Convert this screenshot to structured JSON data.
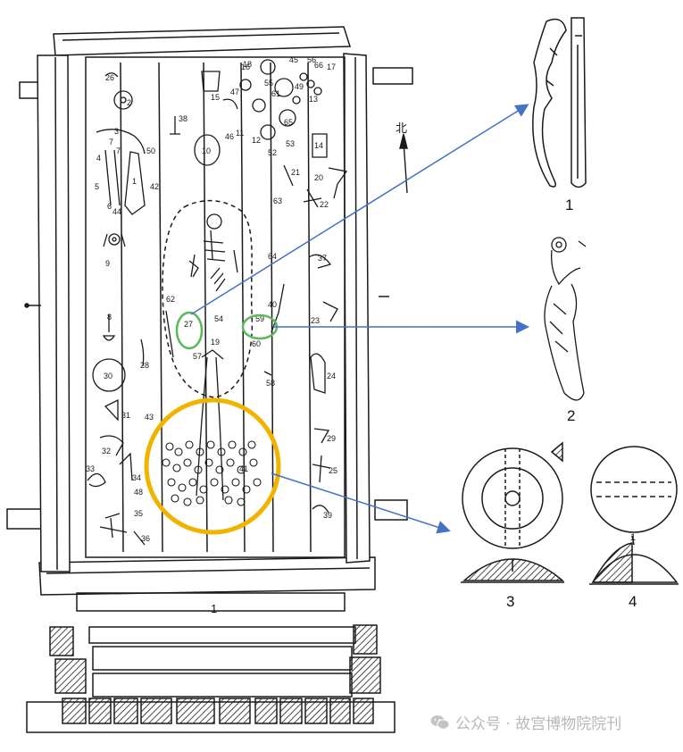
{
  "figure": {
    "numbers": [
      "1",
      "2",
      "3",
      "4"
    ],
    "north_mark": "北",
    "plan_mark": "1",
    "section_mark": "1",
    "grave_numbers": [
      "26",
      "2",
      "3",
      "7",
      "1",
      "50",
      "42",
      "4",
      "7",
      "5",
      "6",
      "44",
      "9",
      "8",
      "30",
      "28",
      "31",
      "43",
      "32",
      "33",
      "34",
      "48",
      "35",
      "36",
      "38",
      "10",
      "16",
      "15",
      "17",
      "66",
      "55",
      "46",
      "11",
      "53",
      "52",
      "14",
      "12",
      "20",
      "22",
      "21",
      "63",
      "64",
      "37",
      "62",
      "27",
      "57",
      "19",
      "59",
      "60",
      "40",
      "23",
      "58",
      "24",
      "29",
      "25",
      "39",
      "18",
      "45",
      "65",
      "13",
      "56",
      "49",
      "61",
      "47",
      "41",
      "54"
    ]
  },
  "colors": {
    "line": "#1a1a1a",
    "arrow": "#4472c4",
    "highlight_green": "#5cb85c",
    "highlight_orange": "#f0b400",
    "watermark": "#b8b8b8"
  },
  "watermark": {
    "icon": "wechat-icon",
    "text": "公众号 · 故宫博物院院刊"
  }
}
